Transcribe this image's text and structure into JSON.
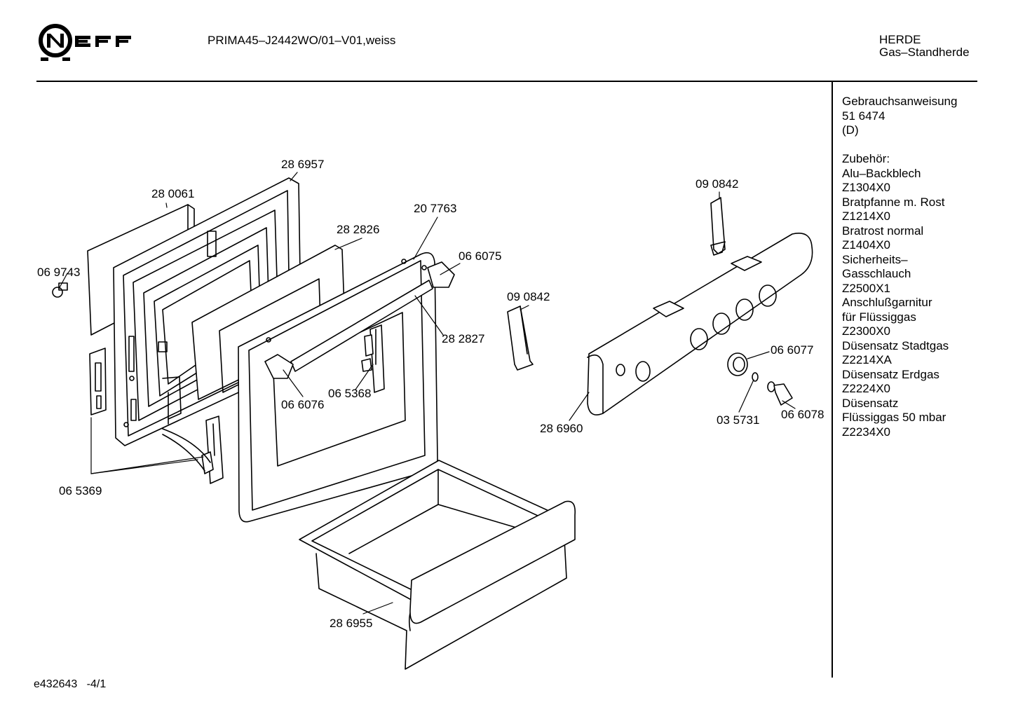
{
  "header": {
    "model": "PRIMA45–J2442WO/01–V01,weiss",
    "category_lines": [
      "HERDE",
      "Gas–Standherde"
    ]
  },
  "sidebar": {
    "manual_lines": [
      "Gebrauchsanweisung",
      "51 6474",
      "(D)"
    ],
    "accessories_lines": [
      "Zubehör:",
      "Alu–Backblech",
      "Z1304X0",
      "Bratpfanne m. Rost",
      "Z1214X0",
      "Bratrost normal",
      "Z1404X0",
      "Sicherheits–",
      "Gasschlauch",
      "Z2500X1",
      "Anschlußgarnitur",
      "für Flüssiggas",
      "Z2300X0",
      "Düsensatz Stadtgas",
      "Z2214XA",
      "Düsensatz Erdgas",
      "Z2224X0",
      "Düsensatz",
      "Flüssiggas 50 mbar",
      "Z2234X0"
    ]
  },
  "parts": [
    {
      "id": "p286957",
      "label": "28 6957"
    },
    {
      "id": "p280061",
      "label": "28 0061"
    },
    {
      "id": "p282826",
      "label": "28 2826"
    },
    {
      "id": "p207763",
      "label": "20 7763"
    },
    {
      "id": "p066075",
      "label": "06 6075"
    },
    {
      "id": "p069743",
      "label": "06 9743"
    },
    {
      "id": "p090842a",
      "label": "09 0842"
    },
    {
      "id": "p090842b",
      "label": "09 0842"
    },
    {
      "id": "p282827",
      "label": "28 2827"
    },
    {
      "id": "p065368",
      "label": "06 5368"
    },
    {
      "id": "p066076",
      "label": "06 6076"
    },
    {
      "id": "p066077",
      "label": "06 6077"
    },
    {
      "id": "p286960",
      "label": "28 6960"
    },
    {
      "id": "p035731",
      "label": "03 5731"
    },
    {
      "id": "p066078",
      "label": "06 6078"
    },
    {
      "id": "p065369",
      "label": "06 5369"
    },
    {
      "id": "p286955",
      "label": "28 6955"
    }
  ],
  "footer": {
    "doc_id": "e432643",
    "page": "-4/1"
  }
}
